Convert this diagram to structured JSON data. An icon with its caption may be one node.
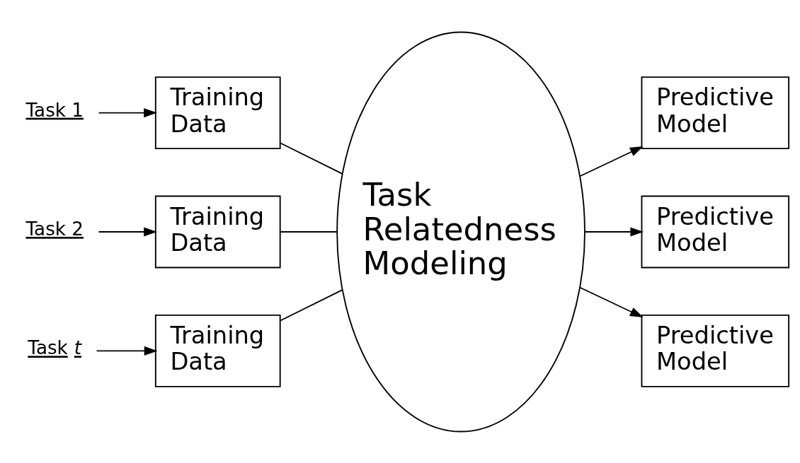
{
  "diagram": {
    "nodes": [
      {
        "text": [
          "Task 1"
        ]
      },
      {
        "text": [
          "Task 2"
        ]
      },
      {
        "text": [
          "Task *t*"
        ]
      },
      {
        "text": [
          "Training Data"
        ]
      },
      {
        "text": [
          "Training Data"
        ]
      },
      {
        "text": [
          "Training Data"
        ]
      },
      {
        "text": [
          "Task Relatedness Modeling"
        ]
      },
      {
        "text": [
          "Predictive Model"
        ]
      },
      {
        "text": [
          "Predictive Model"
        ]
      },
      {
        "text": [
          "Predictive Model"
        ]
      }
    ],
    "edges": [
      {
        "from": 0,
        "to": 3,
        "arrow": "to"
      },
      {
        "from": 1,
        "to": 4,
        "arrow": "to"
      },
      {
        "from": 2,
        "to": 5,
        "arrow": "to"
      },
      {
        "from": 3,
        "to": 6,
        "arrow": "none"
      },
      {
        "from": 4,
        "to": 6,
        "arrow": "none"
      },
      {
        "from": 5,
        "to": 6,
        "arrow": "none"
      },
      {
        "from": 6,
        "to": 7,
        "arrow": "to"
      },
      {
        "from": 6,
        "to": 8,
        "arrow": "to"
      },
      {
        "from": 6,
        "to": 9,
        "arrow": "to"
      }
    ]
  }
}
